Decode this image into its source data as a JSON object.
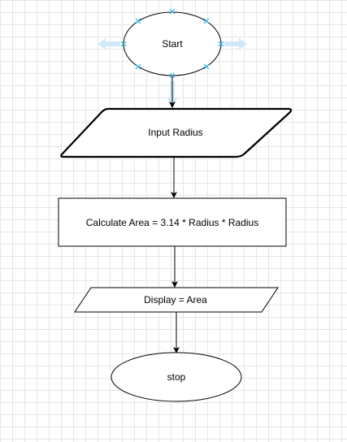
{
  "diagram": {
    "nodes": [
      {
        "id": "start",
        "shape": "ellipse",
        "label": "Start"
      },
      {
        "id": "input",
        "shape": "parallelogram",
        "label": "Input Radius"
      },
      {
        "id": "calc",
        "shape": "rectangle",
        "label": "Calculate Area = 3.14 * Radius * Radius"
      },
      {
        "id": "display",
        "shape": "parallelogram",
        "label": "Display = Area"
      },
      {
        "id": "stop",
        "shape": "ellipse",
        "label": "stop"
      }
    ],
    "edges": [
      {
        "from": "start",
        "to": "input"
      },
      {
        "from": "input",
        "to": "calc"
      },
      {
        "from": "calc",
        "to": "display"
      },
      {
        "from": "display",
        "to": "stop"
      }
    ],
    "selected_node": "start",
    "colors": {
      "stroke": "#000000",
      "selection": "#29b6f2",
      "hover_arrow": "#cfe9f8",
      "grid": "#e6e6e6"
    }
  }
}
